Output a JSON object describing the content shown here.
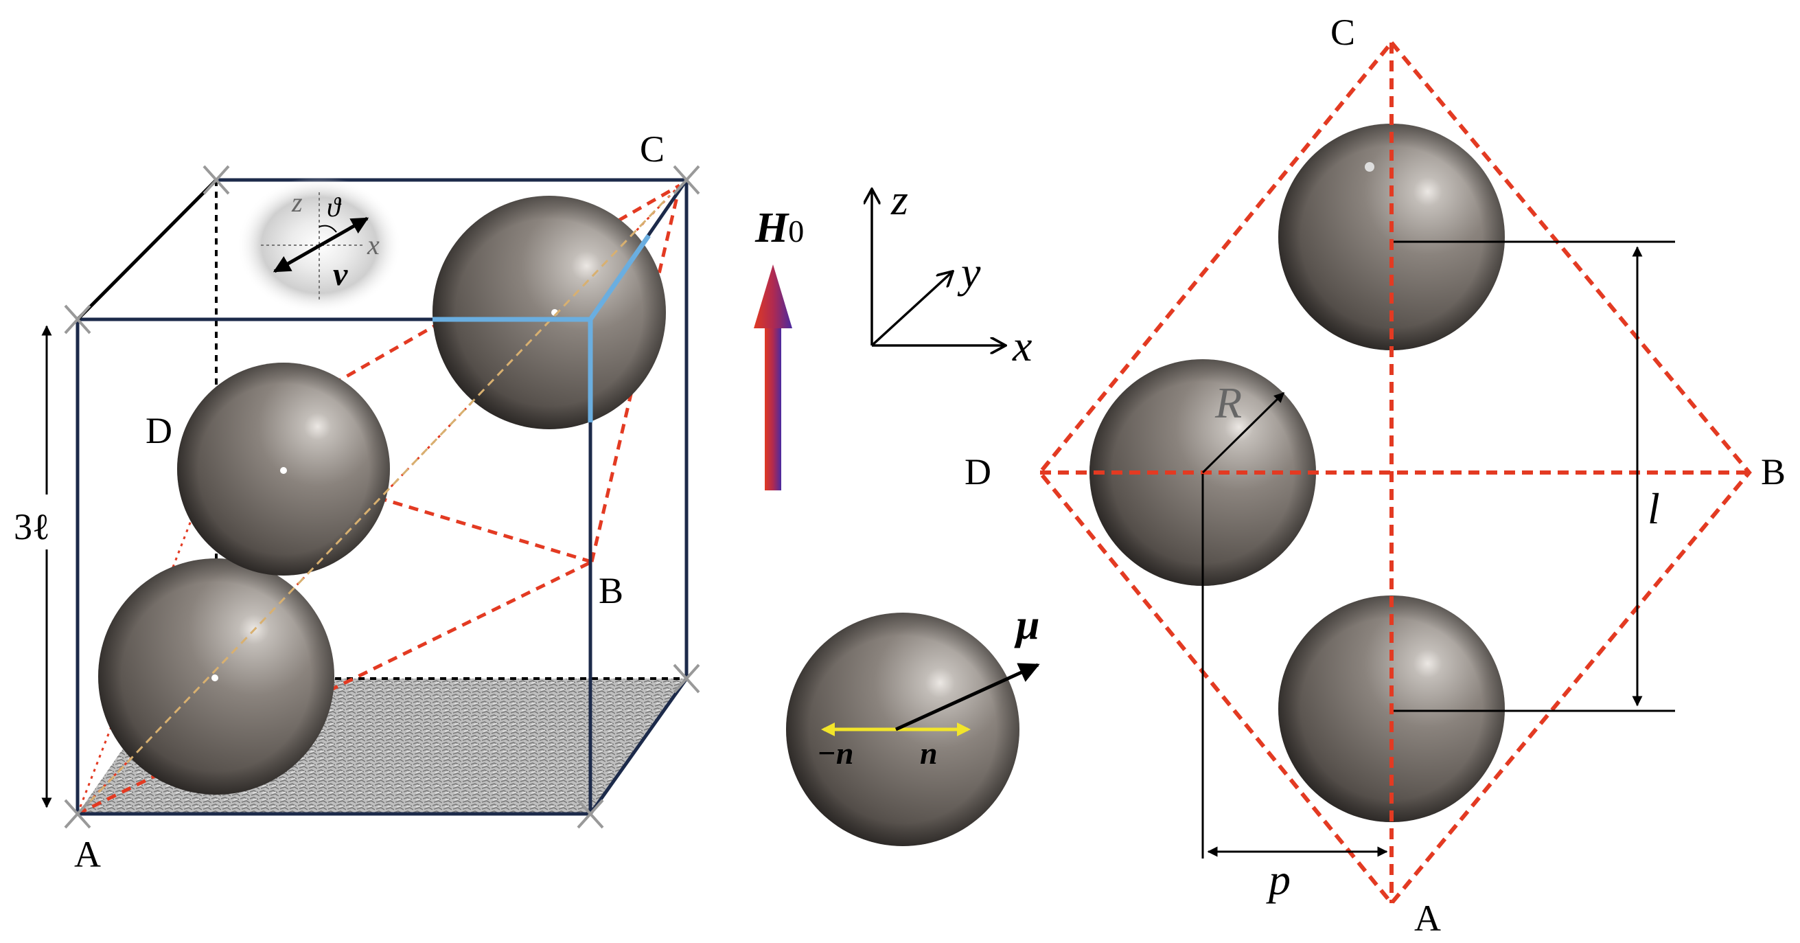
{
  "colors": {
    "box_edge": "#1c2a4a",
    "dashed_red": "#e33a22",
    "highlight_blue": "#6aaee0",
    "yellow_arrow": "#f2e52a",
    "sphere_mid": "#7e7670",
    "field_arrow_bottom": "#e03a22",
    "field_arrow_top": "#4a2aa0"
  },
  "left_panel": {
    "vertices": {
      "a": "A",
      "b": "B",
      "c": "C",
      "d": "D"
    },
    "height_label": "3ℓ",
    "inset": {
      "z": "z",
      "x": "x",
      "theta": "ϑ",
      "nu": "ν"
    }
  },
  "middle_panel": {
    "field_label": "H",
    "field_subscript": "0",
    "axes": {
      "x": "x",
      "y": "y",
      "z": "z"
    },
    "dipole": {
      "mu": "μ",
      "n": "n",
      "minus_n": "−n"
    }
  },
  "right_panel": {
    "vertices": {
      "a": "A",
      "b": "B",
      "c": "C",
      "d": "D"
    },
    "radius_label": "R",
    "spacing_l": "l",
    "spacing_p": "p"
  },
  "icons": [
    "sphere-icon",
    "arrow-icon",
    "texture-floor"
  ]
}
